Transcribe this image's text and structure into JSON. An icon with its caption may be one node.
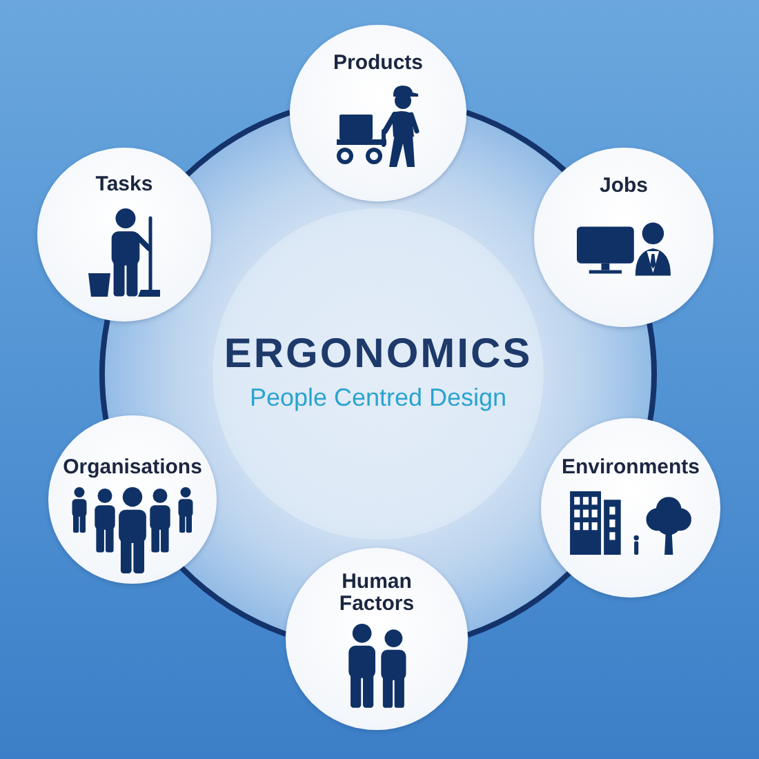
{
  "diagram": {
    "nodes": [
      {
        "text": [
          "Products"
        ]
      },
      {
        "text": [
          "Tasks"
        ]
      },
      {
        "text": [
          "Jobs"
        ]
      },
      {
        "text": [
          "ERGONOMICS",
          "People Centred Design"
        ]
      },
      {
        "text": [
          "Organisations"
        ]
      },
      {
        "text": [
          "Environments"
        ]
      },
      {
        "text": [
          "Human Factors"
        ]
      }
    ],
    "edges": [
      {
        "from": 0,
        "to": 2,
        "arrow": "none"
      },
      {
        "from": 2,
        "to": 5,
        "arrow": "none"
      },
      {
        "from": 5,
        "to": 6,
        "arrow": "none"
      },
      {
        "from": 6,
        "to": 4,
        "arrow": "none"
      },
      {
        "from": 4,
        "to": 1,
        "arrow": "none"
      },
      {
        "from": 1,
        "to": 0,
        "arrow": "none"
      }
    ]
  }
}
